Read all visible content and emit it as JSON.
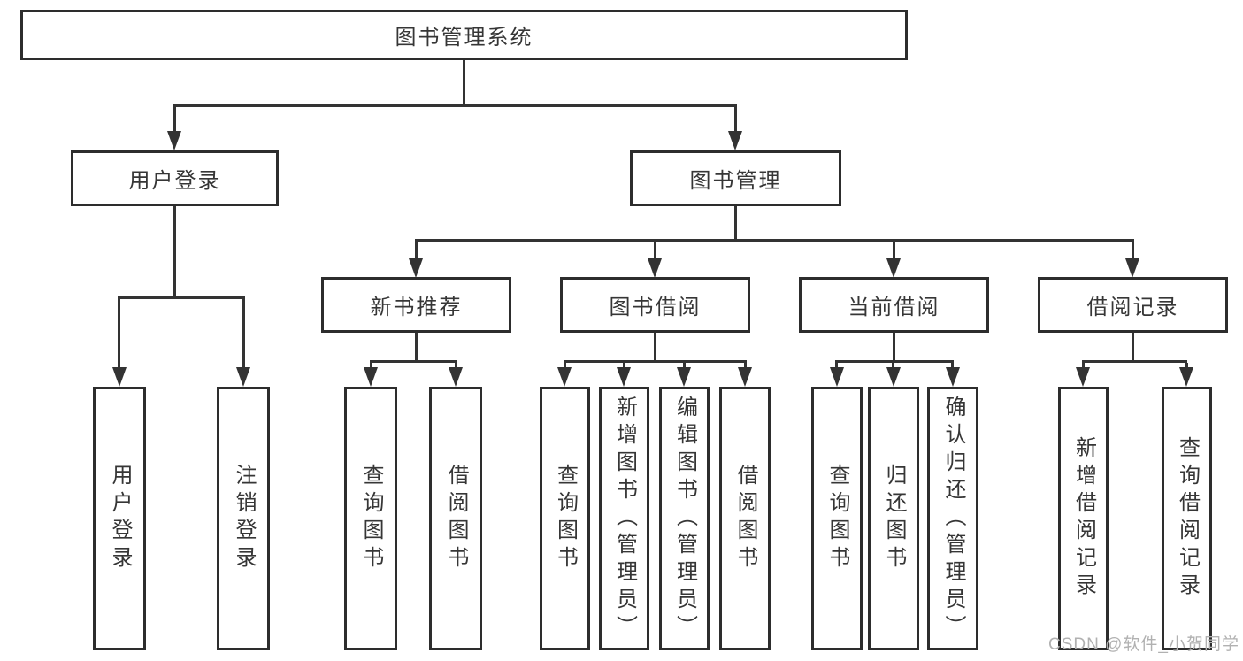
{
  "diagram": {
    "title": "图书管理系统",
    "watermark": "CSDN @软件_小贺同学",
    "colors": {
      "line": "#333333",
      "box_border": "#2d2d2d",
      "text": "#363636",
      "watermark": "#b1b1b1",
      "background": "#ffffff"
    },
    "nodes": {
      "root": {
        "label": "图书管理系统"
      },
      "userLogin": {
        "label": "用户登录"
      },
      "bookMgmt": {
        "label": "图书管理"
      },
      "newBookRec": {
        "label": "新书推荐"
      },
      "bookBorrow": {
        "label": "图书借阅"
      },
      "currentBorrow": {
        "label": "当前借阅"
      },
      "borrowRecords": {
        "label": "借阅记录"
      },
      "leafUserLogin": {
        "label": "用户登录"
      },
      "leafLogout": {
        "label": "注销登录"
      },
      "leafQueryBookRec": {
        "label": "查询图书"
      },
      "leafBorrowBookRec": {
        "label": "借阅图书"
      },
      "leafQueryBookBorrow": {
        "label": "查询图书"
      },
      "leafAddBook": {
        "label": "新增图书（管理员）"
      },
      "leafEditBook": {
        "label": "编辑图书（管理员）"
      },
      "leafBorrowBook": {
        "label": "借阅图书"
      },
      "leafQueryBookCur": {
        "label": "查询图书"
      },
      "leafReturnBook": {
        "label": "归还图书"
      },
      "leafConfirmReturn": {
        "label": "确认归还（管理员）"
      },
      "leafAddBorrowRecord": {
        "label": "新增借阅记录"
      },
      "leafQueryBorrowRecord": {
        "label": "查询借阅记录"
      }
    },
    "edges": [
      {
        "from": "图书管理系统",
        "to": "用户登录"
      },
      {
        "from": "图书管理系统",
        "to": "图书管理"
      },
      {
        "from": "用户登录",
        "to": "用户登录"
      },
      {
        "from": "用户登录",
        "to": "注销登录"
      },
      {
        "from": "图书管理",
        "to": "新书推荐"
      },
      {
        "from": "图书管理",
        "to": "图书借阅"
      },
      {
        "from": "图书管理",
        "to": "当前借阅"
      },
      {
        "from": "图书管理",
        "to": "借阅记录"
      },
      {
        "from": "新书推荐",
        "to": "查询图书"
      },
      {
        "from": "新书推荐",
        "to": "借阅图书"
      },
      {
        "from": "图书借阅",
        "to": "查询图书"
      },
      {
        "from": "图书借阅",
        "to": "新增图书（管理员）"
      },
      {
        "from": "图书借阅",
        "to": "编辑图书（管理员）"
      },
      {
        "from": "图书借阅",
        "to": "借阅图书"
      },
      {
        "from": "当前借阅",
        "to": "查询图书"
      },
      {
        "from": "当前借阅",
        "to": "归还图书"
      },
      {
        "from": "当前借阅",
        "to": "确认归还（管理员）"
      },
      {
        "from": "借阅记录",
        "to": "新增借阅记录"
      },
      {
        "from": "借阅记录",
        "to": "查询借阅记录"
      }
    ]
  }
}
